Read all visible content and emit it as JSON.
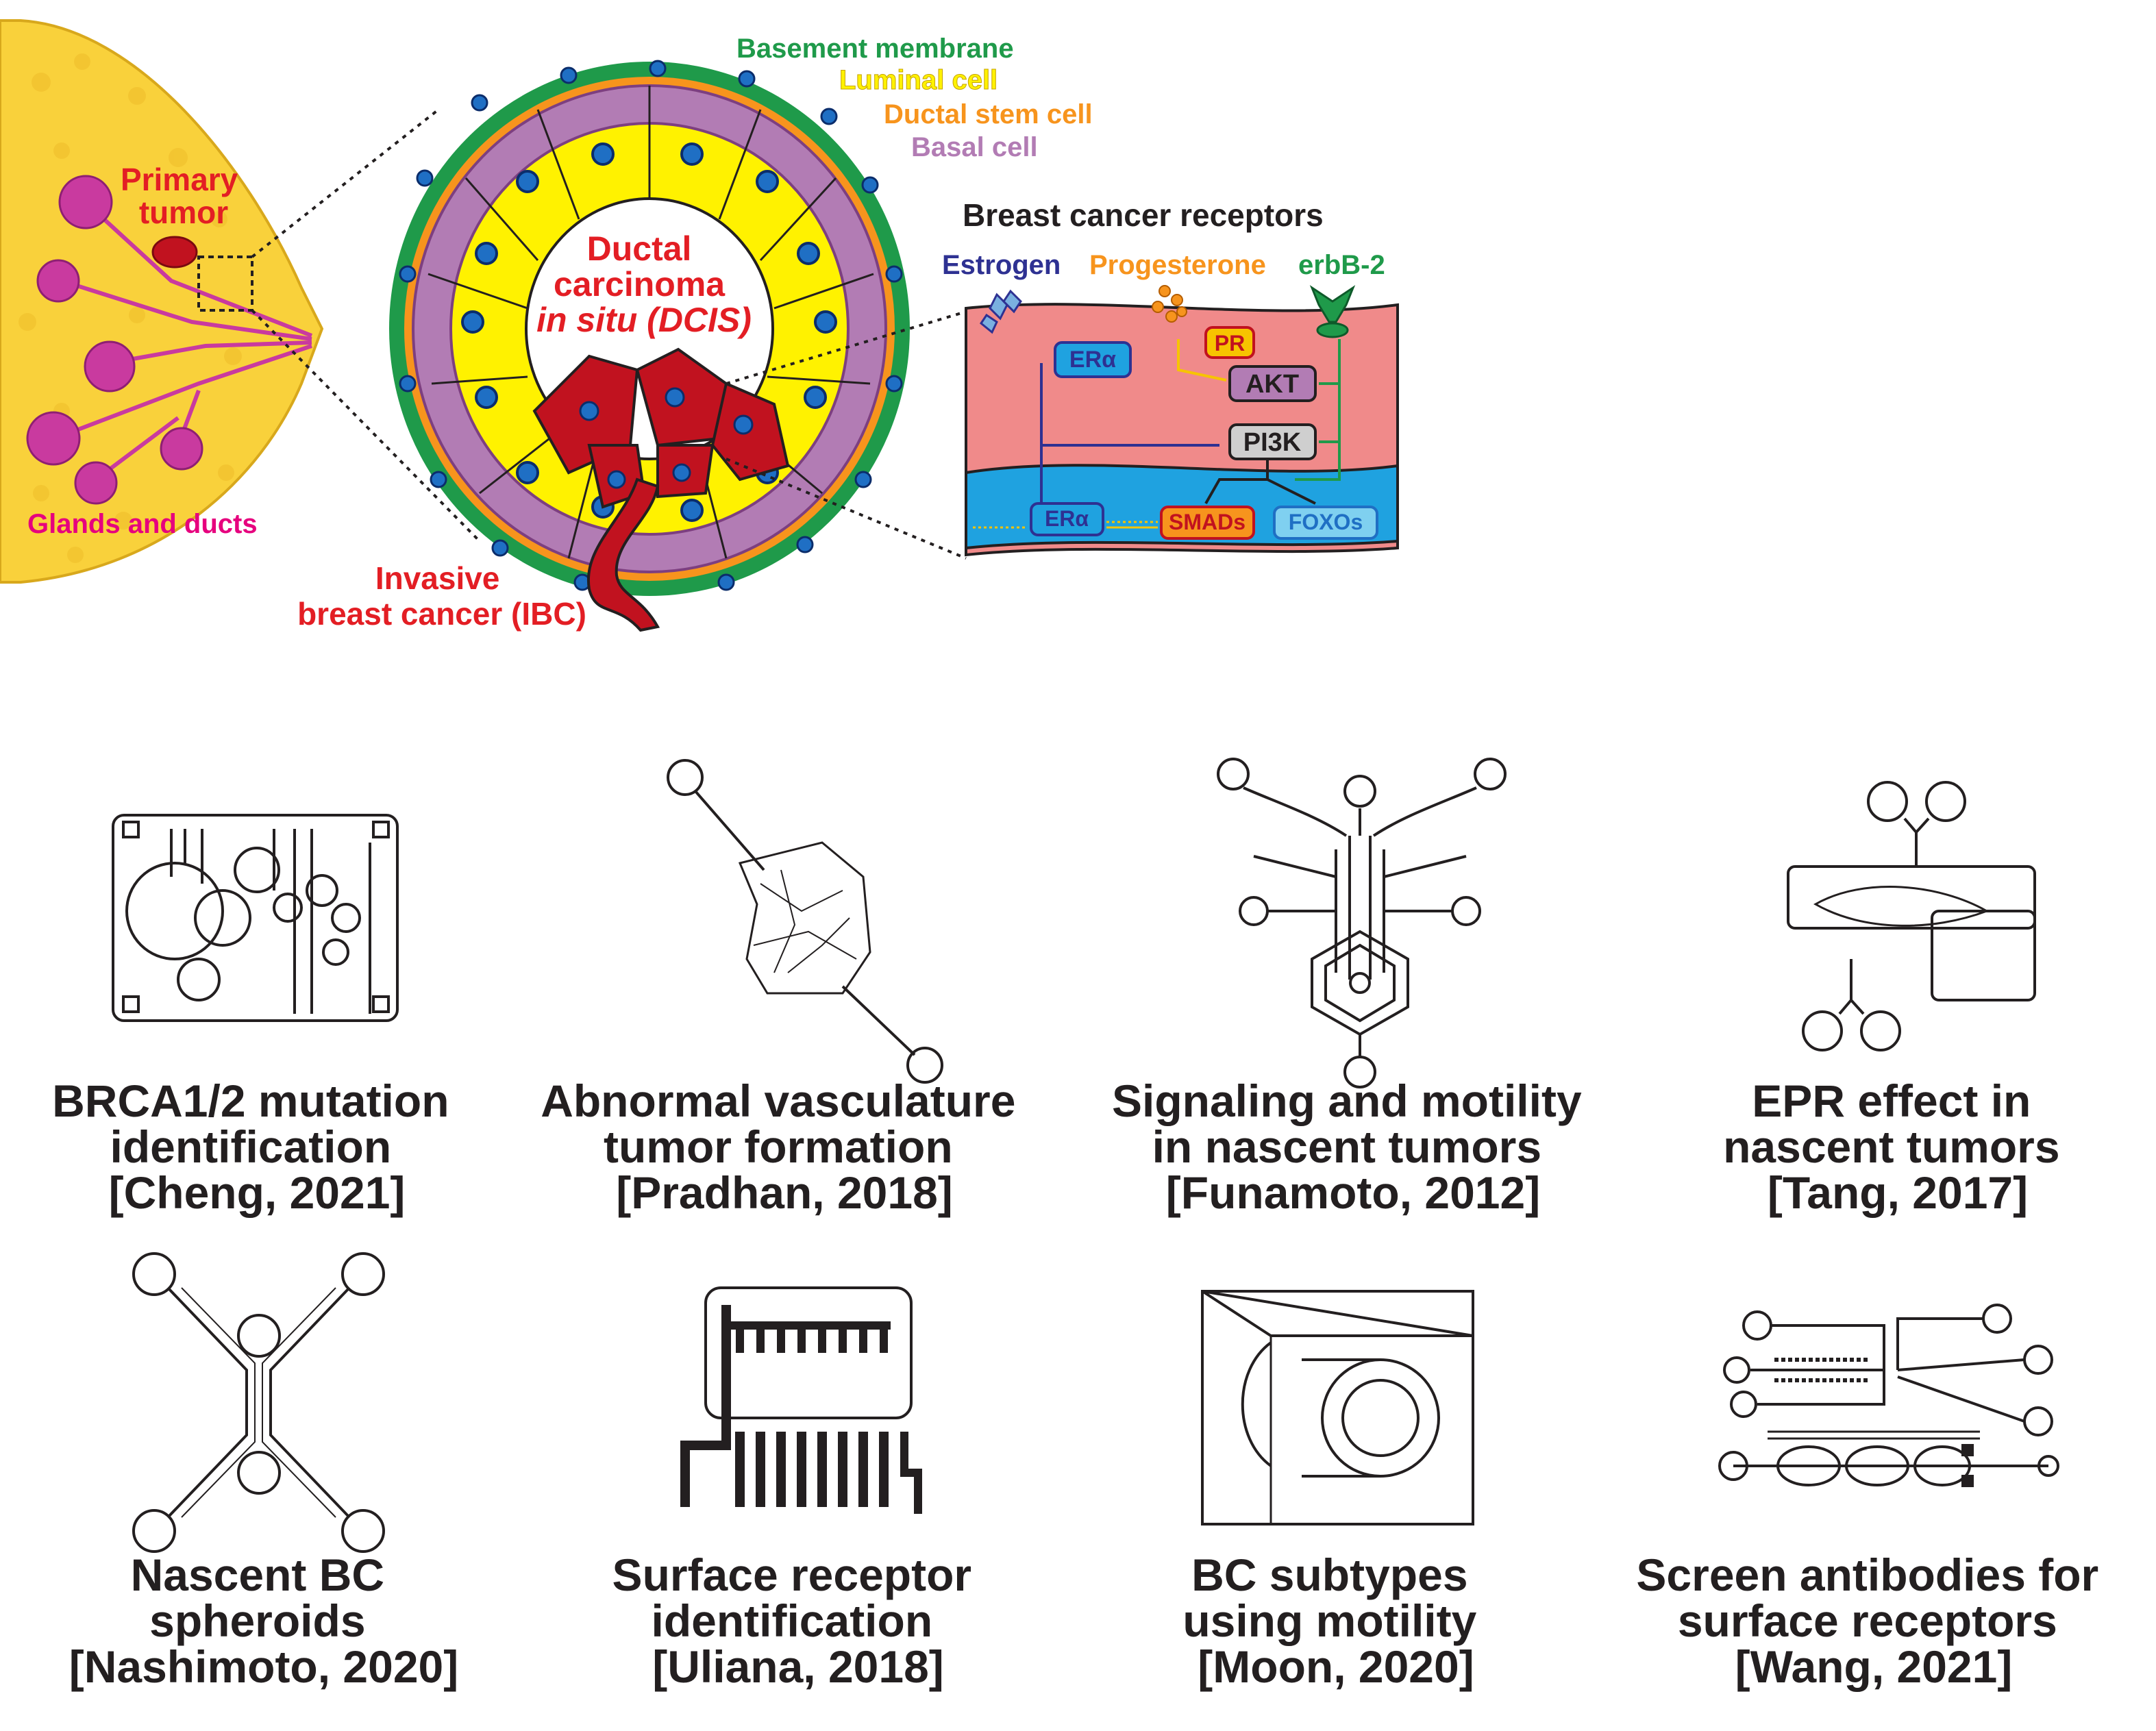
{
  "anatomy": {
    "primary_tumor": [
      "Primary",
      "tumor"
    ],
    "glands_and_ducts": "Glands and ducts",
    "basement_membrane": "Basement membrane",
    "luminal_cell": "Luminal cell",
    "ductal_stem_cell": "Ductal stem cell",
    "basal_cell": "Basal cell",
    "dcis": [
      "Ductal",
      "carcinoma",
      "in situ (DCIS)"
    ],
    "ibc": [
      "Invasive",
      "breast cancer (IBC)"
    ]
  },
  "receptors": {
    "title": "Breast cancer receptors",
    "estrogen": "Estrogen",
    "progesterone": "Progesterone",
    "erbb2": "erbB-2",
    "nodes": {
      "er_alpha_membrane": "ERα",
      "pr": "PR",
      "akt": "AKT",
      "pi3k": "PI3K",
      "er_alpha_nucleus": "ERα",
      "smads": "SMADs",
      "foxos": "FOXOs"
    }
  },
  "devices": [
    {
      "lines": [
        "BRCA1/2 mutation",
        "identification",
        "[Cheng, 2021]"
      ]
    },
    {
      "lines": [
        "Abnormal vasculature",
        "tumor formation",
        "[Pradhan, 2018]"
      ]
    },
    {
      "lines": [
        "Signaling and motility",
        "in nascent tumors",
        "[Funamoto, 2012]"
      ]
    },
    {
      "lines": [
        "EPR effect in",
        "nascent tumors",
        "[Tang, 2017]"
      ]
    },
    {
      "lines": [
        "Nascent BC",
        "spheroids",
        "[Nashimoto, 2020]"
      ]
    },
    {
      "lines": [
        "Surface receptor",
        "identification",
        "[Uliana, 2018]"
      ]
    },
    {
      "lines": [
        "BC subtypes",
        "using motility",
        "[Moon, 2020]"
      ]
    },
    {
      "lines": [
        "Screen antibodies for",
        "surface receptors",
        "[Wang, 2021]"
      ]
    }
  ],
  "colors": {
    "breast": "#f9d13b",
    "gland": "#c93a9f",
    "membrane": "#1f9a4a",
    "luminal": "#fff200",
    "stem": "#f7941d",
    "basal": "#b27cb4",
    "tumor": "#c1121f",
    "cell_bg": "#f08a8a",
    "nucleus_bg": "#1fa2e0",
    "estrogen": "#2e3192",
    "progesterone": "#f7941d",
    "erbb2": "#1f9a4a"
  }
}
